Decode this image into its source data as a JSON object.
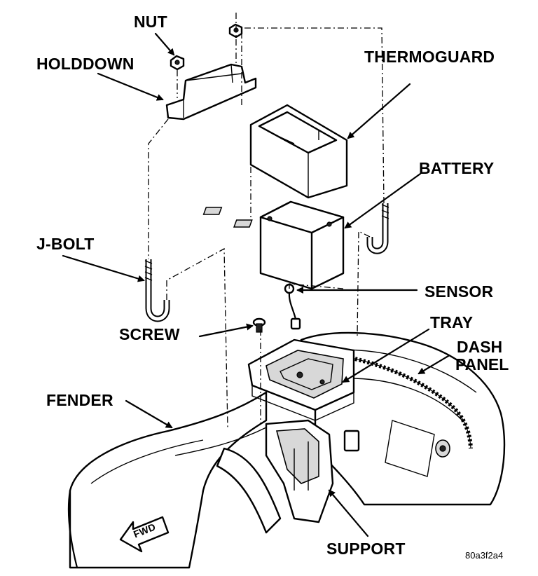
{
  "labels": {
    "nut": "NUT",
    "holddown": "HOLDDOWN",
    "thermoguard": "THERMOGUARD",
    "battery": "BATTERY",
    "j_bolt": "J-BOLT",
    "sensor": "SENSOR",
    "tray": "TRAY",
    "screw": "SCREW",
    "dash_panel_line1": "DASH",
    "dash_panel_line2": "PANEL",
    "fender": "FENDER",
    "support": "SUPPORT",
    "fwd": "FWD"
  },
  "figure_code": "80a3f2a4"
}
